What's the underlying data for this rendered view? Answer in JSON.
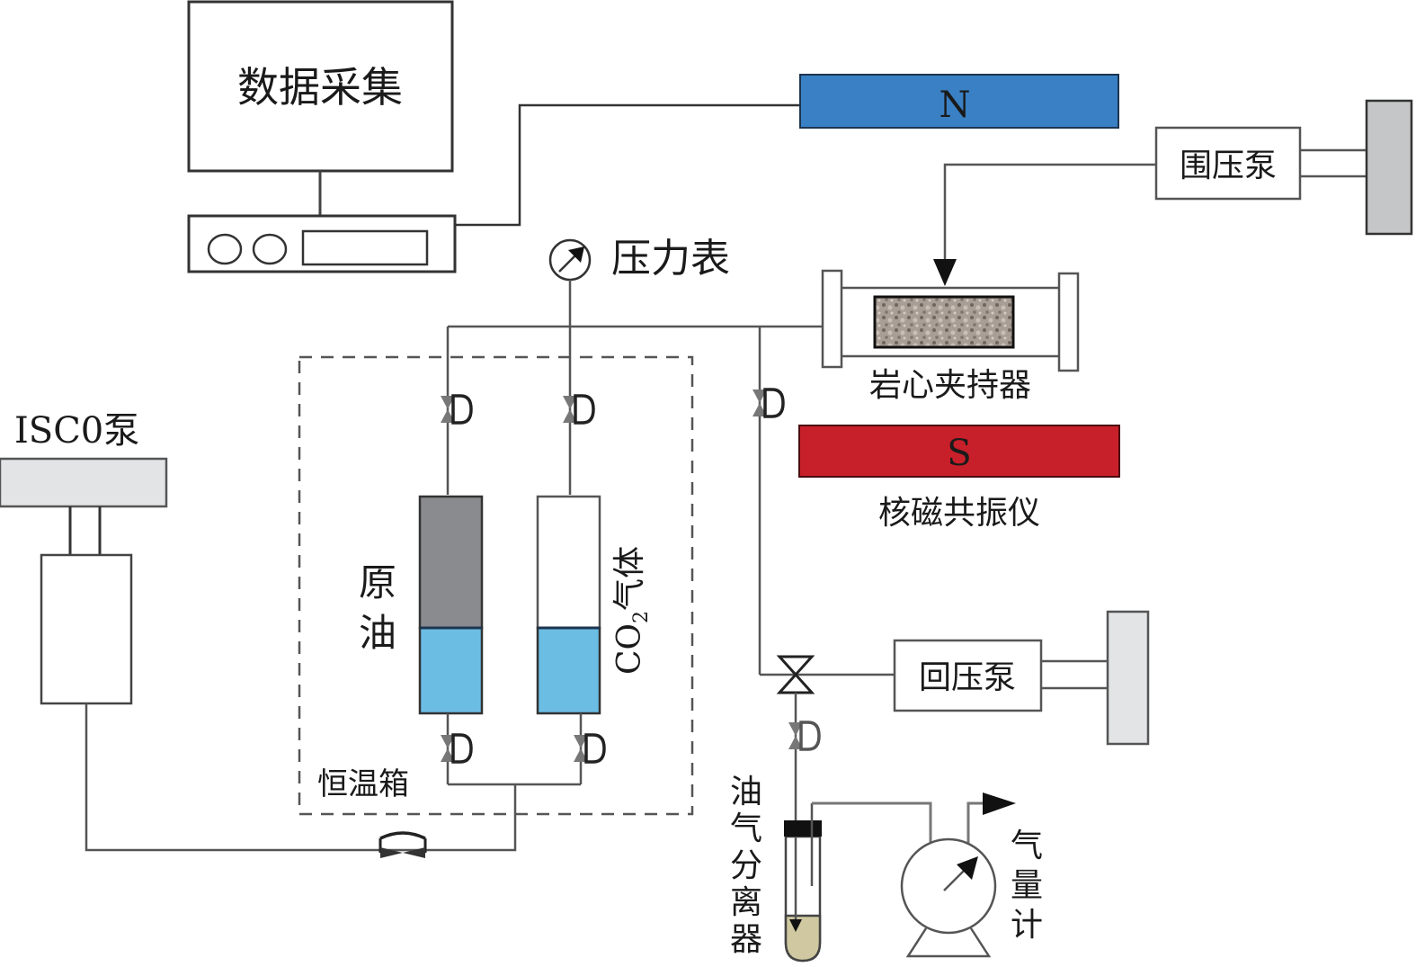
{
  "diagram": {
    "title": "CO2 displacement NMR experimental apparatus",
    "labels": {
      "data_acquisition": "数据采集",
      "magnet_n": "N",
      "magnet_s": "S",
      "confining_pump": "围压泵",
      "pressure_gauge": "压力表",
      "core_holder": "岩心夹持器",
      "nmr": "核磁共振仪",
      "isco_pump": "ISC0泵",
      "crude_oil_1": "原",
      "crude_oil_2": "油",
      "co2_prefix": "CO",
      "co2_sub": "2",
      "co2_suffix": "气体",
      "thermostat": "恒温箱",
      "back_pressure_pump": "回压泵",
      "separator_1": "油",
      "separator_2": "气",
      "separator_3": "分",
      "separator_4": "离",
      "separator_5": "器",
      "gas_meter_1": "气",
      "gas_meter_2": "量",
      "gas_meter_3": "计"
    },
    "colors": {
      "magnet_n": "#3a80c4",
      "magnet_s": "#c8202a",
      "water": "#6bbde3",
      "oil": "#8a8b8f",
      "pump_gray": "#c4c6c8",
      "isco_head": "#e2e4e6",
      "separator_liquid": "#cfc8a0",
      "line": "#555555"
    }
  }
}
